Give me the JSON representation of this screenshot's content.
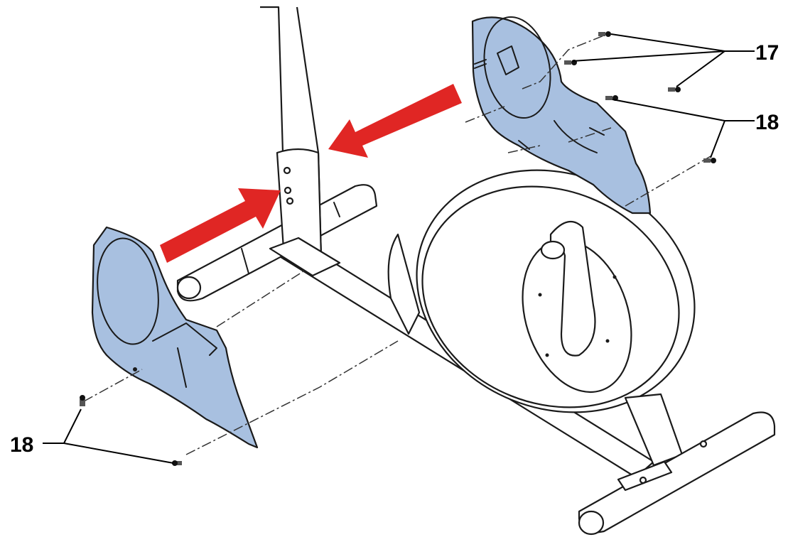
{
  "callouts": {
    "part_17": "17",
    "part_18_right": "18",
    "part_18_left": "18"
  },
  "colors": {
    "shield_fill": "#a8c0e0",
    "shield_fill_dark": "#8fabd3",
    "arrow": "#e02624",
    "line": "#1a1a1a",
    "frame_fill": "#ffffff",
    "bolt": "#111111"
  },
  "icons": {
    "arrow_left_motion": "arrow-icon",
    "arrow_right_motion": "arrow-icon",
    "screw": "screw-icon"
  }
}
